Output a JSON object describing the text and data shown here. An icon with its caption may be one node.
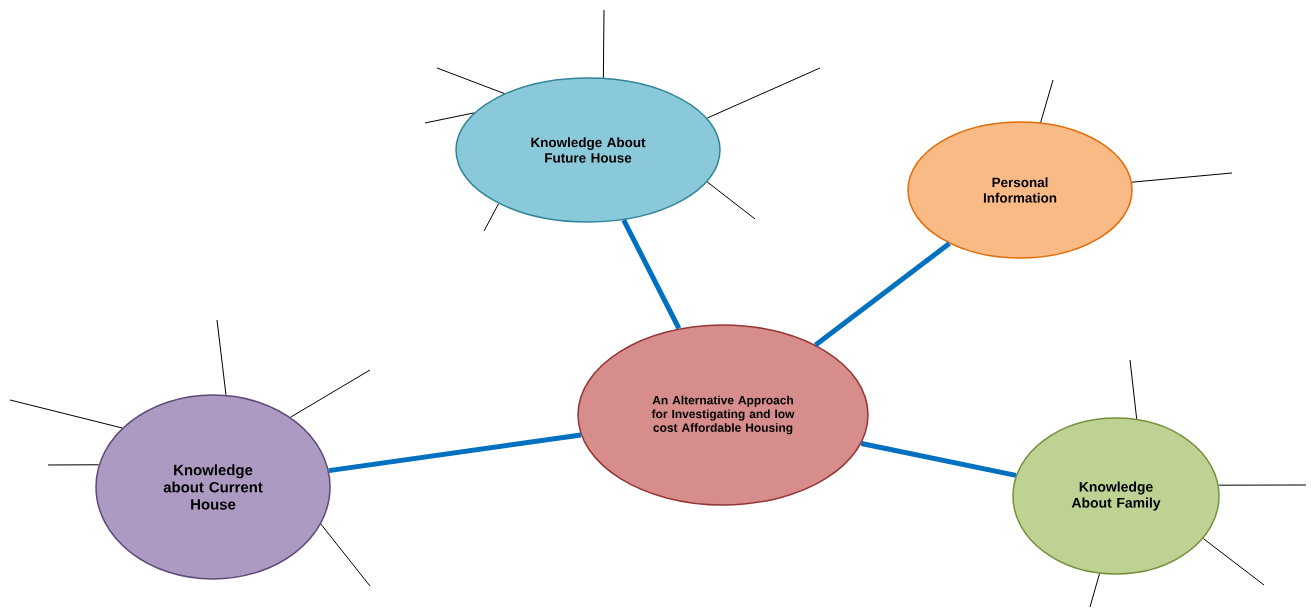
{
  "diagram": {
    "nodes": [
      {
        "text": [
          "An Alternative Approach for Investigating and low cost Affordable Housing"
        ]
      },
      {
        "text": [
          "Knowledge About Future House"
        ]
      },
      {
        "text": [
          "Personal Information"
        ]
      },
      {
        "text": [
          "Knowledge about Current House"
        ]
      },
      {
        "text": [
          "Knowledge About Family"
        ]
      }
    ],
    "edges": [
      {
        "from": 0,
        "to": 1,
        "arrow": "none",
        "style": "thick",
        "color": "#0070c0"
      },
      {
        "from": 0,
        "to": 2,
        "arrow": "none",
        "style": "thick",
        "color": "#0070c0"
      },
      {
        "from": 0,
        "to": 3,
        "arrow": "none",
        "style": "thick",
        "color": "#0070c0"
      },
      {
        "from": 0,
        "to": 4,
        "arrow": "none",
        "style": "thick",
        "color": "#0070c0"
      },
      {
        "from": 1,
        "to": null,
        "arrow": "none"
      },
      {
        "from": 1,
        "to": null,
        "arrow": "none"
      },
      {
        "from": 1,
        "to": null,
        "arrow": "none"
      },
      {
        "from": 1,
        "to": null,
        "arrow": "none"
      },
      {
        "from": 1,
        "to": null,
        "arrow": "none"
      },
      {
        "from": 1,
        "to": null,
        "arrow": "none"
      },
      {
        "from": 2,
        "to": null,
        "arrow": "none"
      },
      {
        "from": 2,
        "to": null,
        "arrow": "none"
      },
      {
        "from": 3,
        "to": null,
        "arrow": "none"
      },
      {
        "from": 3,
        "to": null,
        "arrow": "none"
      },
      {
        "from": 3,
        "to": null,
        "arrow": "none"
      },
      {
        "from": 3,
        "to": null,
        "arrow": "none"
      },
      {
        "from": 3,
        "to": null,
        "arrow": "none"
      },
      {
        "from": 4,
        "to": null,
        "arrow": "none"
      },
      {
        "from": 4,
        "to": null,
        "arrow": "none"
      },
      {
        "from": 4,
        "to": null,
        "arrow": "none"
      },
      {
        "from": 4,
        "to": null,
        "arrow": "none"
      }
    ]
  }
}
